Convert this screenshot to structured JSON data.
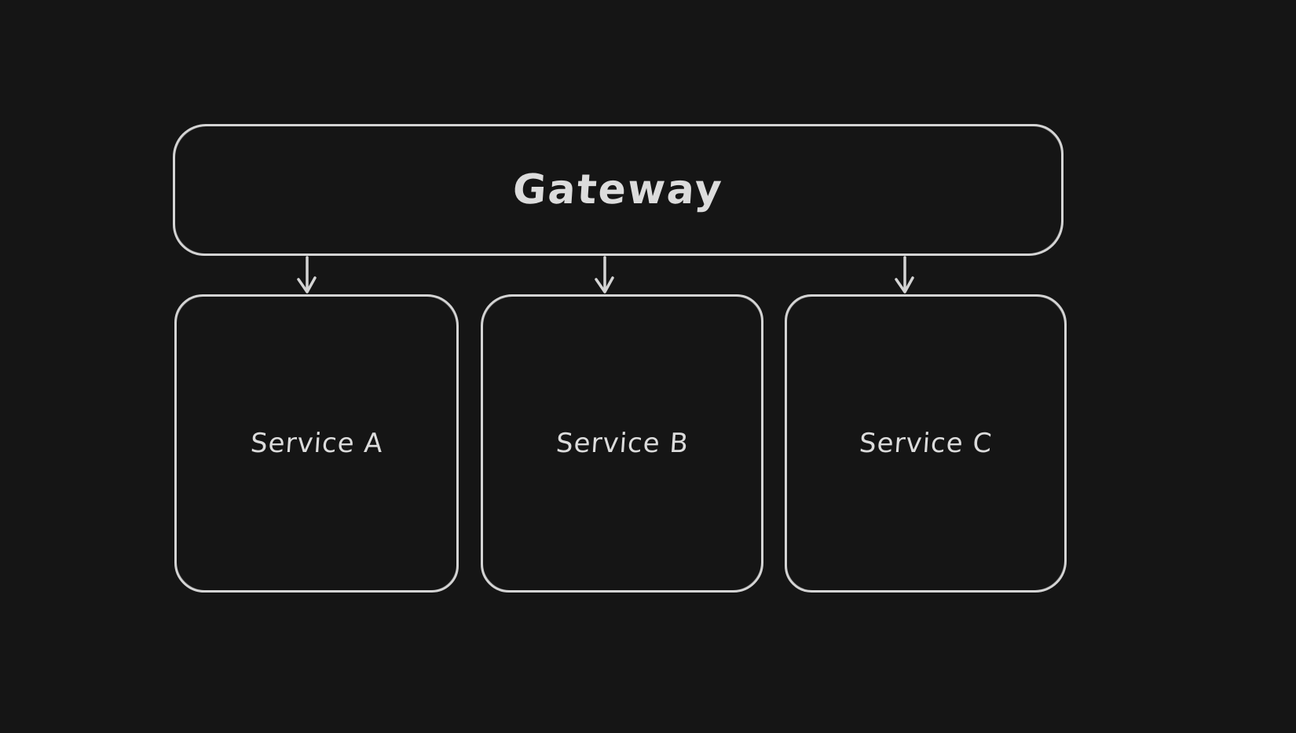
{
  "theme": {
    "background_color": "#151515",
    "stroke_color": "#d4d4d4",
    "text_color": "#dcdcdc"
  },
  "diagram": {
    "type": "flowchart",
    "style": "hand-drawn dark mode",
    "nodes": {
      "gateway": {
        "label": "Gateway"
      },
      "service_a": {
        "label": "Service A"
      },
      "service_b": {
        "label": "Service B"
      },
      "service_c": {
        "label": "Service C"
      }
    },
    "edges": [
      {
        "from": "Gateway",
        "to": "Service A",
        "direction": "down",
        "arrowhead": "v"
      },
      {
        "from": "Gateway",
        "to": "Service B",
        "direction": "down",
        "arrowhead": "v"
      },
      {
        "from": "Gateway",
        "to": "Service C",
        "direction": "down",
        "arrowhead": "v"
      }
    ]
  }
}
